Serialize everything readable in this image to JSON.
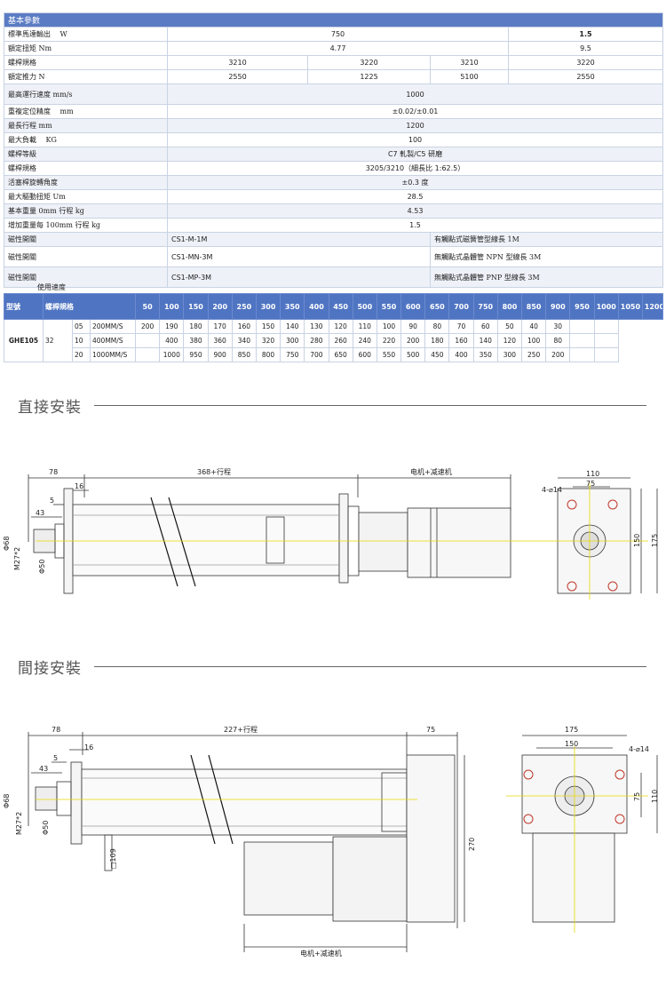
{
  "spec": {
    "header": "基本參數",
    "power": {
      "label": "標準馬達輸出　 W",
      "v1": "750",
      "v2": "1.5"
    },
    "torque": {
      "label": "額定扭矩 Nm",
      "v1": "4.77",
      "v2": "9.5"
    },
    "screw": {
      "label": "螺桿規格",
      "vals": [
        "3210",
        "3220",
        "3210",
        "3220"
      ]
    },
    "thrust": {
      "label": "額定推力 N",
      "vals": [
        "2550",
        "1225",
        "5100",
        "2550"
      ]
    },
    "max_speed": {
      "label": "最高運行速度 mm/s",
      "value": "1000"
    },
    "repeat": {
      "label": "重複定位精度　 mm",
      "value": "±0.02/±0.01"
    },
    "max_stroke": {
      "label": "最長行程 mm",
      "value": "1200"
    },
    "max_load": {
      "label": "最大負載　 KG",
      "value": "100"
    },
    "screw_grade": {
      "label": "螺桿等級",
      "value": "C7 軋製/C5 研磨"
    },
    "screw_spec": {
      "label": "螺桿規格",
      "value": "3205/3210（細長比 1:62.5）"
    },
    "piston": {
      "label": "活塞桿旋轉角度",
      "value": "±0.3 度"
    },
    "drive_torque": {
      "label": "最大驅動扭矩 Um",
      "value": "28.5"
    },
    "base_weight": {
      "label": "基本重量 0mm 行程 kg",
      "value": "4.53"
    },
    "add_weight": {
      "label": "增加重量每 100mm 行程 kg",
      "value": "1.5"
    },
    "switches": [
      {
        "label": "磁性開關",
        "model": "CS1-M-1M",
        "desc": "有觸點式磁簧管型線長 1M"
      },
      {
        "label": "磁性開關",
        "model": "CS1-MN-3M",
        "desc": "無觸點式晶體管 NPN 型線長 3M"
      },
      {
        "label": "磁性開關",
        "model": "CS1-MP-3M",
        "desc": "無觸點式晶體管 PNP 型線長 3M"
      }
    ]
  },
  "speed": {
    "caption": "使用速度",
    "col_model": "型號",
    "col_screw": "螺桿規格",
    "strokes": [
      "50",
      "100",
      "150",
      "200",
      "250",
      "300",
      "350",
      "400",
      "450",
      "500",
      "550",
      "600",
      "650",
      "700",
      "750",
      "800",
      "850",
      "900",
      "950",
      "1000",
      "1050",
      "1200"
    ],
    "model": "GHE105",
    "screw": "32",
    "rows": [
      {
        "lead": "05",
        "speed": "200MM/S",
        "vals": [
          "200",
          "190",
          "180",
          "170",
          "160",
          "150",
          "140",
          "130",
          "120",
          "110",
          "100",
          "90",
          "80",
          "70",
          "60",
          "50",
          "40",
          "30",
          "",
          ""
        ]
      },
      {
        "lead": "10",
        "speed": "400MM/S",
        "vals": [
          "",
          "400",
          "380",
          "360",
          "340",
          "320",
          "300",
          "280",
          "260",
          "240",
          "220",
          "200",
          "180",
          "160",
          "140",
          "120",
          "100",
          "80",
          "",
          ""
        ]
      },
      {
        "lead": "20",
        "speed": "1000MM/S",
        "vals": [
          "",
          "1000",
          "950",
          "900",
          "850",
          "800",
          "750",
          "700",
          "650",
          "600",
          "550",
          "500",
          "450",
          "400",
          "350",
          "300",
          "250",
          "200",
          "",
          ""
        ]
      }
    ]
  },
  "direct": {
    "title": "直接安裝",
    "d78": "78",
    "d16": "16",
    "d5": "5",
    "d43": "43",
    "stroke": "368+行程",
    "motor": "电机+减速机",
    "phi68": "Φ68",
    "m27": "M27*2",
    "phi50": "Φ50",
    "end": {
      "w110": "110",
      "w75": "75",
      "holes": "4-⌀14",
      "h150": "150",
      "h175": "175"
    }
  },
  "indirect": {
    "title": "間接安裝",
    "d78": "78",
    "d16": "16",
    "d5": "5",
    "d43": "43",
    "stroke": "227+行程",
    "d75": "75",
    "d270": "270",
    "sq109": "□109",
    "motor": "电机+减速机",
    "phi68": "Φ68",
    "m27": "M27*2",
    "phi50": "Φ50",
    "end": {
      "w175": "175",
      "w150": "150",
      "holes": "4-⌀14",
      "h75": "75",
      "h110": "110"
    }
  }
}
